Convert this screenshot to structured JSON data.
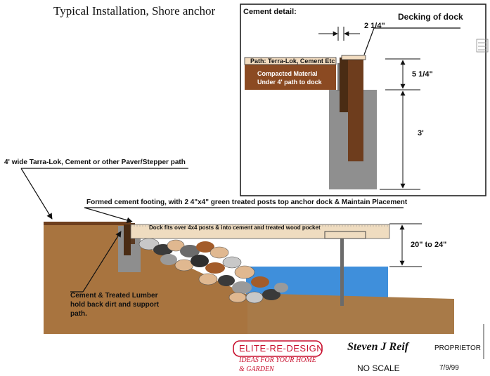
{
  "title": "Typical Installation, Shore anchor",
  "cement_detail": {
    "heading": "Cement detail:",
    "decking_label": "Decking of dock",
    "gap_dim": "2 1/4\"",
    "path_label": "Path: Terra-Lok, Cement Etc",
    "compacted_line1": "Compacted Material",
    "compacted_line2": "Under 4' path to dock",
    "dim_top": "5 1/4\"",
    "dim_depth": "3'"
  },
  "main": {
    "path_callout": "4' wide Tarra-Lok, Cement or other Paver/Stepper path",
    "footing_callout": "Formed cement footing, with 2 4\"x4\" green treated posts top anchor dock & Maintain Placement",
    "dock_label": "Dock fits over 4x4 posts & into cement and treated wood pocket",
    "height_dim": "20\" to 24\"",
    "lumber_line1": "Cement & Treated Lumber",
    "lumber_line2": "hold back dirt  and support",
    "lumber_line3": "path."
  },
  "footer": {
    "logo_text": "ELITE-RE-DESIGN",
    "tag_line1": "IDEAS FOR YOUR HOME",
    "tag_line2": "& GARDEN",
    "signature": "Steven J Reif",
    "role": "PROPRIETOR",
    "scale": "NO SCALE",
    "date": "7/9/99"
  },
  "colors": {
    "soil": "#a8743f",
    "soil_dark": "#6e3f1e",
    "cement": "#8e8e8e",
    "water": "#3f8fdb",
    "deck": "#efdcc0",
    "post": "#5a3a22",
    "logo_red": "#c8102e"
  }
}
